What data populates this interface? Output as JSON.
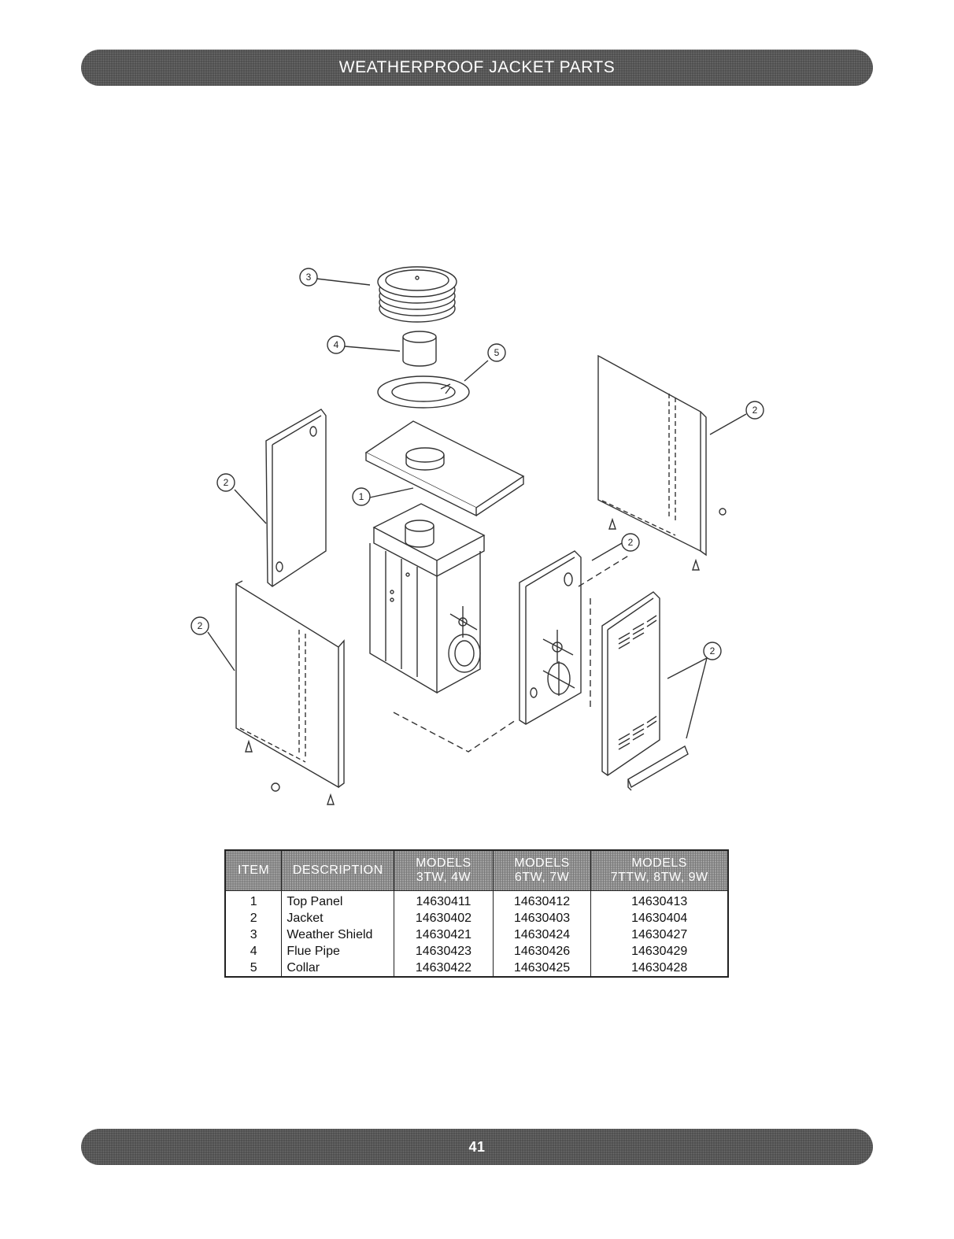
{
  "header": {
    "title": "WEATHERPROOF JACKET PARTS"
  },
  "footer": {
    "page_number": "41"
  },
  "diagram": {
    "callouts": [
      "3",
      "4",
      "5",
      "2",
      "1",
      "2",
      "2",
      "2",
      "2"
    ]
  },
  "parts_table": {
    "headers": {
      "item": "ITEM",
      "description": "DESCRIPTION",
      "models_1": {
        "line1": "MODELS",
        "line2": "3TW, 4W"
      },
      "models_2": {
        "line1": "MODELS",
        "line2": "6TW, 7W"
      },
      "models_3": {
        "line1": "MODELS",
        "line2": "7TTW, 8TW, 9W"
      }
    },
    "rows": [
      {
        "item": "1",
        "description": "Top Panel",
        "m1": "14630411",
        "m2": "14630412",
        "m3": "14630413"
      },
      {
        "item": "2",
        "description": "Jacket",
        "m1": "14630402",
        "m2": "14630403",
        "m3": "14630404"
      },
      {
        "item": "3",
        "description": "Weather Shield",
        "m1": "14630421",
        "m2": "14630424",
        "m3": "14630427"
      },
      {
        "item": "4",
        "description": "Flue Pipe",
        "m1": "14630423",
        "m2": "14630426",
        "m3": "14630429"
      },
      {
        "item": "5",
        "description": "Collar",
        "m1": "14630422",
        "m2": "14630425",
        "m3": "14630428"
      }
    ]
  }
}
